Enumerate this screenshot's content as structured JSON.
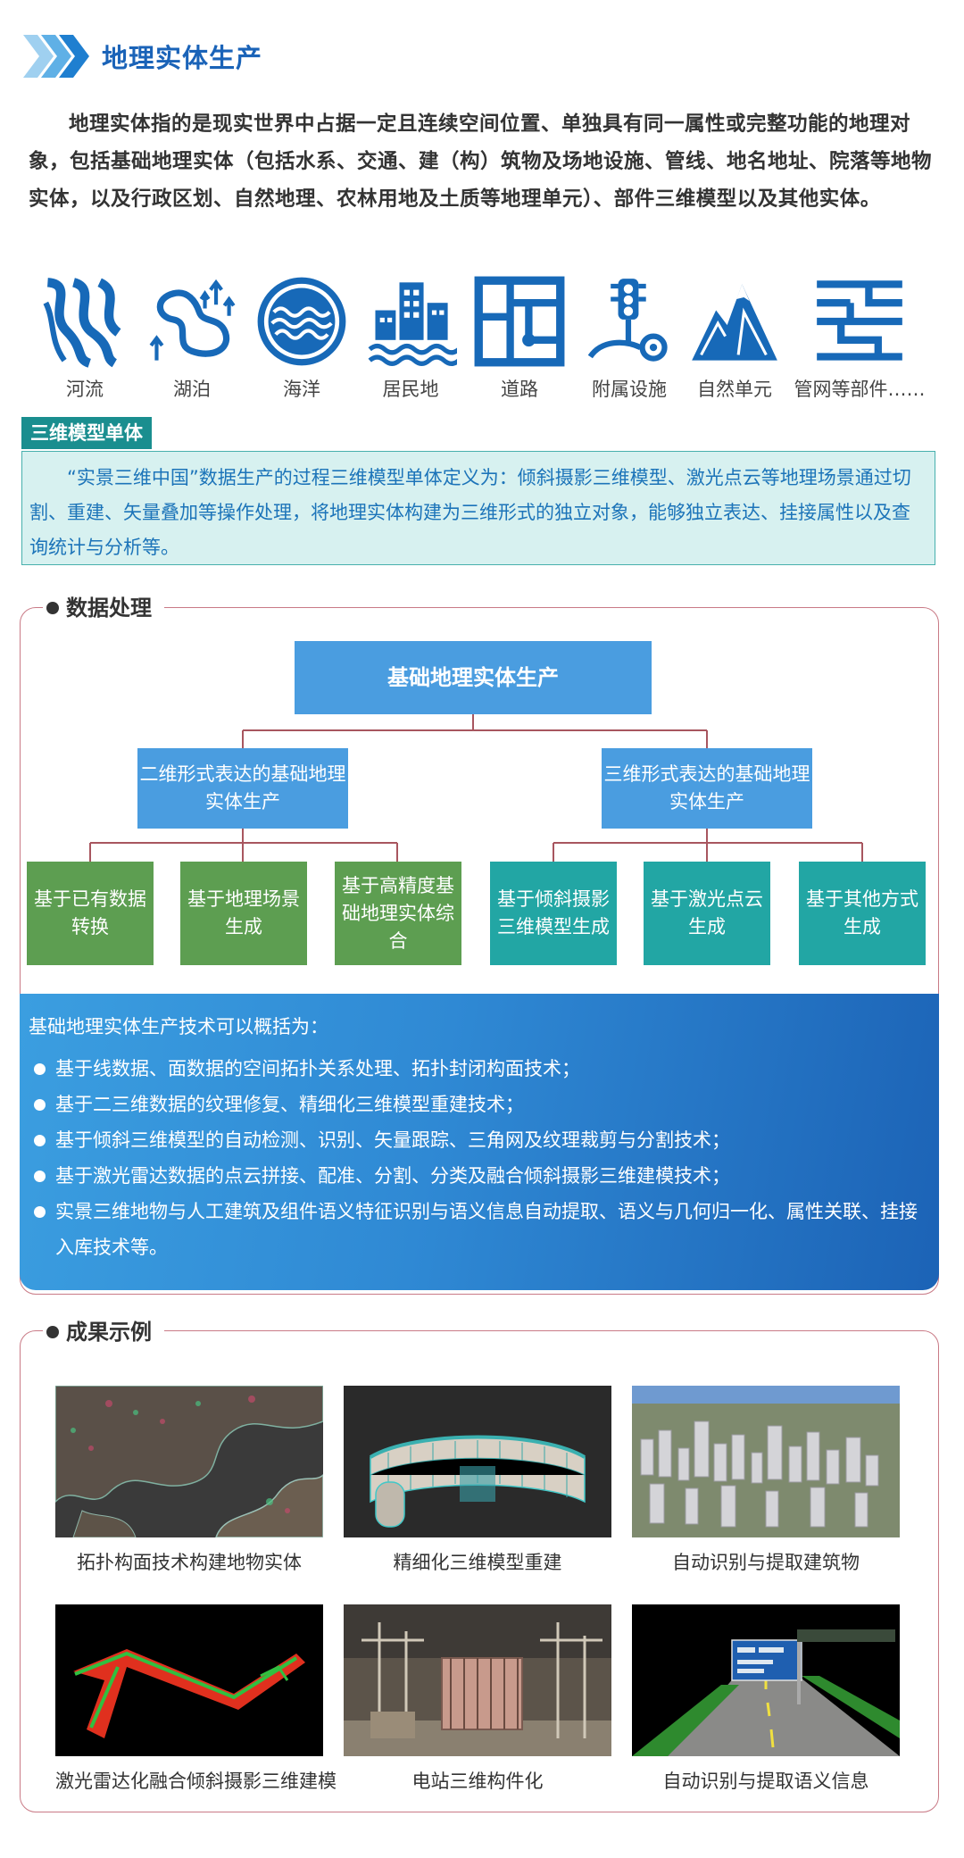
{
  "header": {
    "title": "地理实体生产"
  },
  "intro": "地理实体指的是现实世界中占据一定且连续空间位置、单独具有同一属性或完整功能的地理对象，包括基础地理实体（包括水系、交通、建（构）筑物及场地设施、管线、地名地址、院落等地物实体，以及行政区划、自然地理、农林用地及土质等地理单元）、部件三维模型以及其他实体。",
  "icons": [
    {
      "label": "河流",
      "icon": "river-icon"
    },
    {
      "label": "湖泊",
      "icon": "lake-icon"
    },
    {
      "label": "海洋",
      "icon": "ocean-icon"
    },
    {
      "label": "居民地",
      "icon": "residential-icon"
    },
    {
      "label": "道路",
      "icon": "road-icon"
    },
    {
      "label": "附属设施",
      "icon": "facility-icon"
    },
    {
      "label": "自然单元",
      "icon": "mountain-icon"
    },
    {
      "label": "管网等部件……",
      "icon": "pipe-network-icon"
    }
  ],
  "model3d": {
    "tag": "三维模型单体",
    "text": "“实景三维中国”数据生产的过程三维模型单体定义为：倾斜摄影三维模型、激光点云等地理场景通过切割、重建、矢量叠加等操作处理，将地理实体构建为三维形式的独立对象，能够独立表达、挂接属性以及查询统计与分析等。"
  },
  "data_processing": {
    "title": "数据处理",
    "root": "基础地理实体生产",
    "left": "二维形式表达的基础地理实体生产",
    "right": "三维形式表达的基础地理实体生产",
    "left_children": [
      "基于已有数据转换",
      "基于地理场景生成",
      "基于高精度基础地理实体综合"
    ],
    "right_children": [
      "基于倾斜摄影三维模型生成",
      "基于激光点云生成",
      "基于其他方式生成"
    ],
    "colors": {
      "blue": "#4a9de0",
      "green": "#5d9e51",
      "teal": "#22a6a4"
    }
  },
  "tech": {
    "lead": "基础地理实体生产技术可以概括为：",
    "items": [
      "基于线数据、面数据的空间拓扑关系处理、拓扑封闭构面技术；",
      "基于二三维数据的纹理修复、精细化三维模型重建技术；",
      "基于倾斜三维模型的自动检测、识别、矢量跟踪、三角网及纹理裁剪与分割技术；",
      "基于激光雷达数据的点云拼接、配准、分割、分类及融合倾斜摄影三维建模技术；",
      "实景三维地物与人工建筑及组件语义特征识别与语义信息自动提取、语义与几何归一化、属性关联、挂接入库技术等。"
    ]
  },
  "results": {
    "title": "成果示例",
    "items": [
      "拓扑构面技术构建地物实体",
      "精细化三维模型重建",
      "自动识别与提取建筑物",
      "激光雷达化融合倾斜摄影三维建模",
      "电站三维构件化",
      "自动识别与提取语义信息"
    ]
  }
}
